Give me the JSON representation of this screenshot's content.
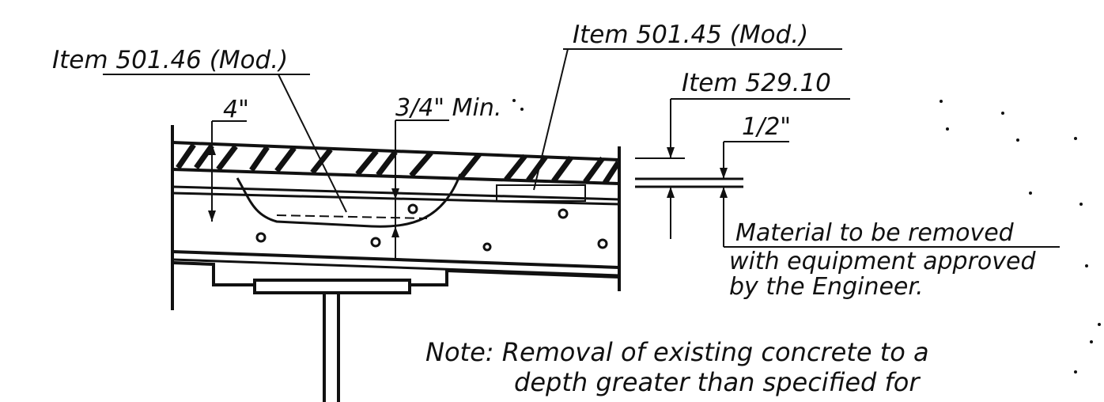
{
  "labels": {
    "item_501_46": "Item  501.46 (Mod.)",
    "item_501_45": "Item  501.45 (Mod.)",
    "item_529_10": "Item  529.10",
    "dim_4": "4\"",
    "dim_three_quarter": "3/4\" Min.",
    "dim_half": "1/2\""
  },
  "material_note": {
    "line1": "Material to be removed",
    "line2": "with equipment approved",
    "line3": "by the Engineer."
  },
  "note": {
    "line1": "Note:  Removal of existing concrete to a",
    "line2": "depth greater than specified for"
  }
}
